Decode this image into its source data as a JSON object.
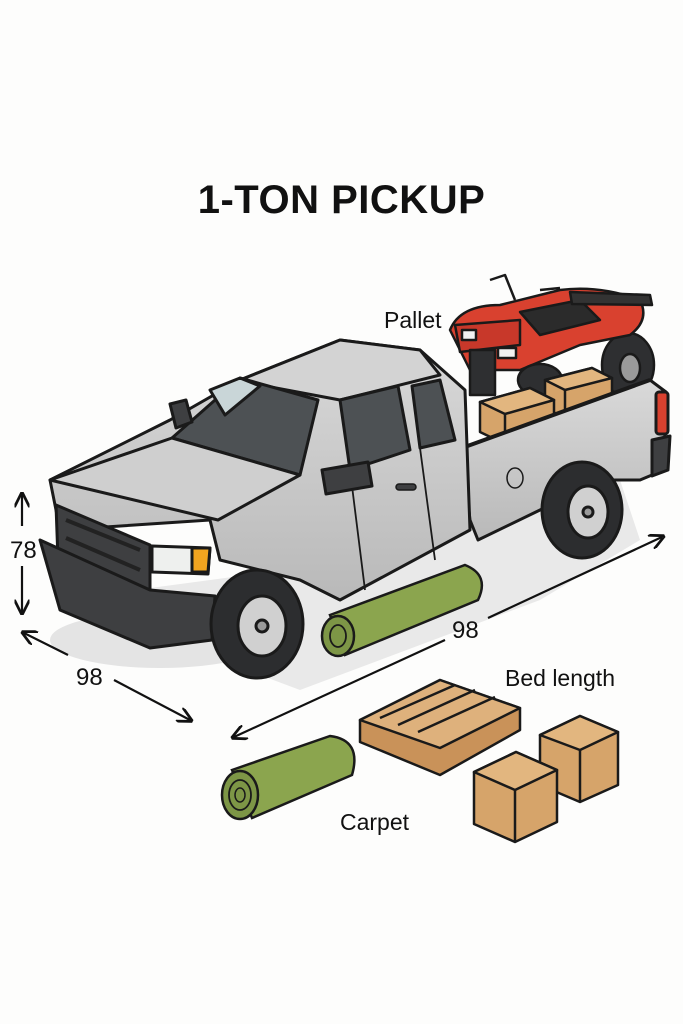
{
  "title": "1-TON PICKUP",
  "labels": {
    "pallet": "Pallet",
    "bed_length": "Bed length",
    "carpet": "Carpet"
  },
  "dimensions": {
    "height": "78",
    "width": "98",
    "length": "98"
  },
  "objects": {
    "vehicle": "pickup-truck",
    "cargo_in_bed": [
      "atv",
      "cardboard-box",
      "cardboard-box"
    ],
    "ground_items": [
      "carpet-roll",
      "carpet-roll",
      "wooden-pallet",
      "cardboard-box",
      "cardboard-box"
    ]
  },
  "colors": {
    "truck_body": "#c9c9c9",
    "truck_trim": "#3e3f41",
    "atv_red": "#d9412f",
    "carpet_green": "#8ba54e",
    "cardboard": "#d6a46a",
    "outline": "#1a1a1a"
  }
}
